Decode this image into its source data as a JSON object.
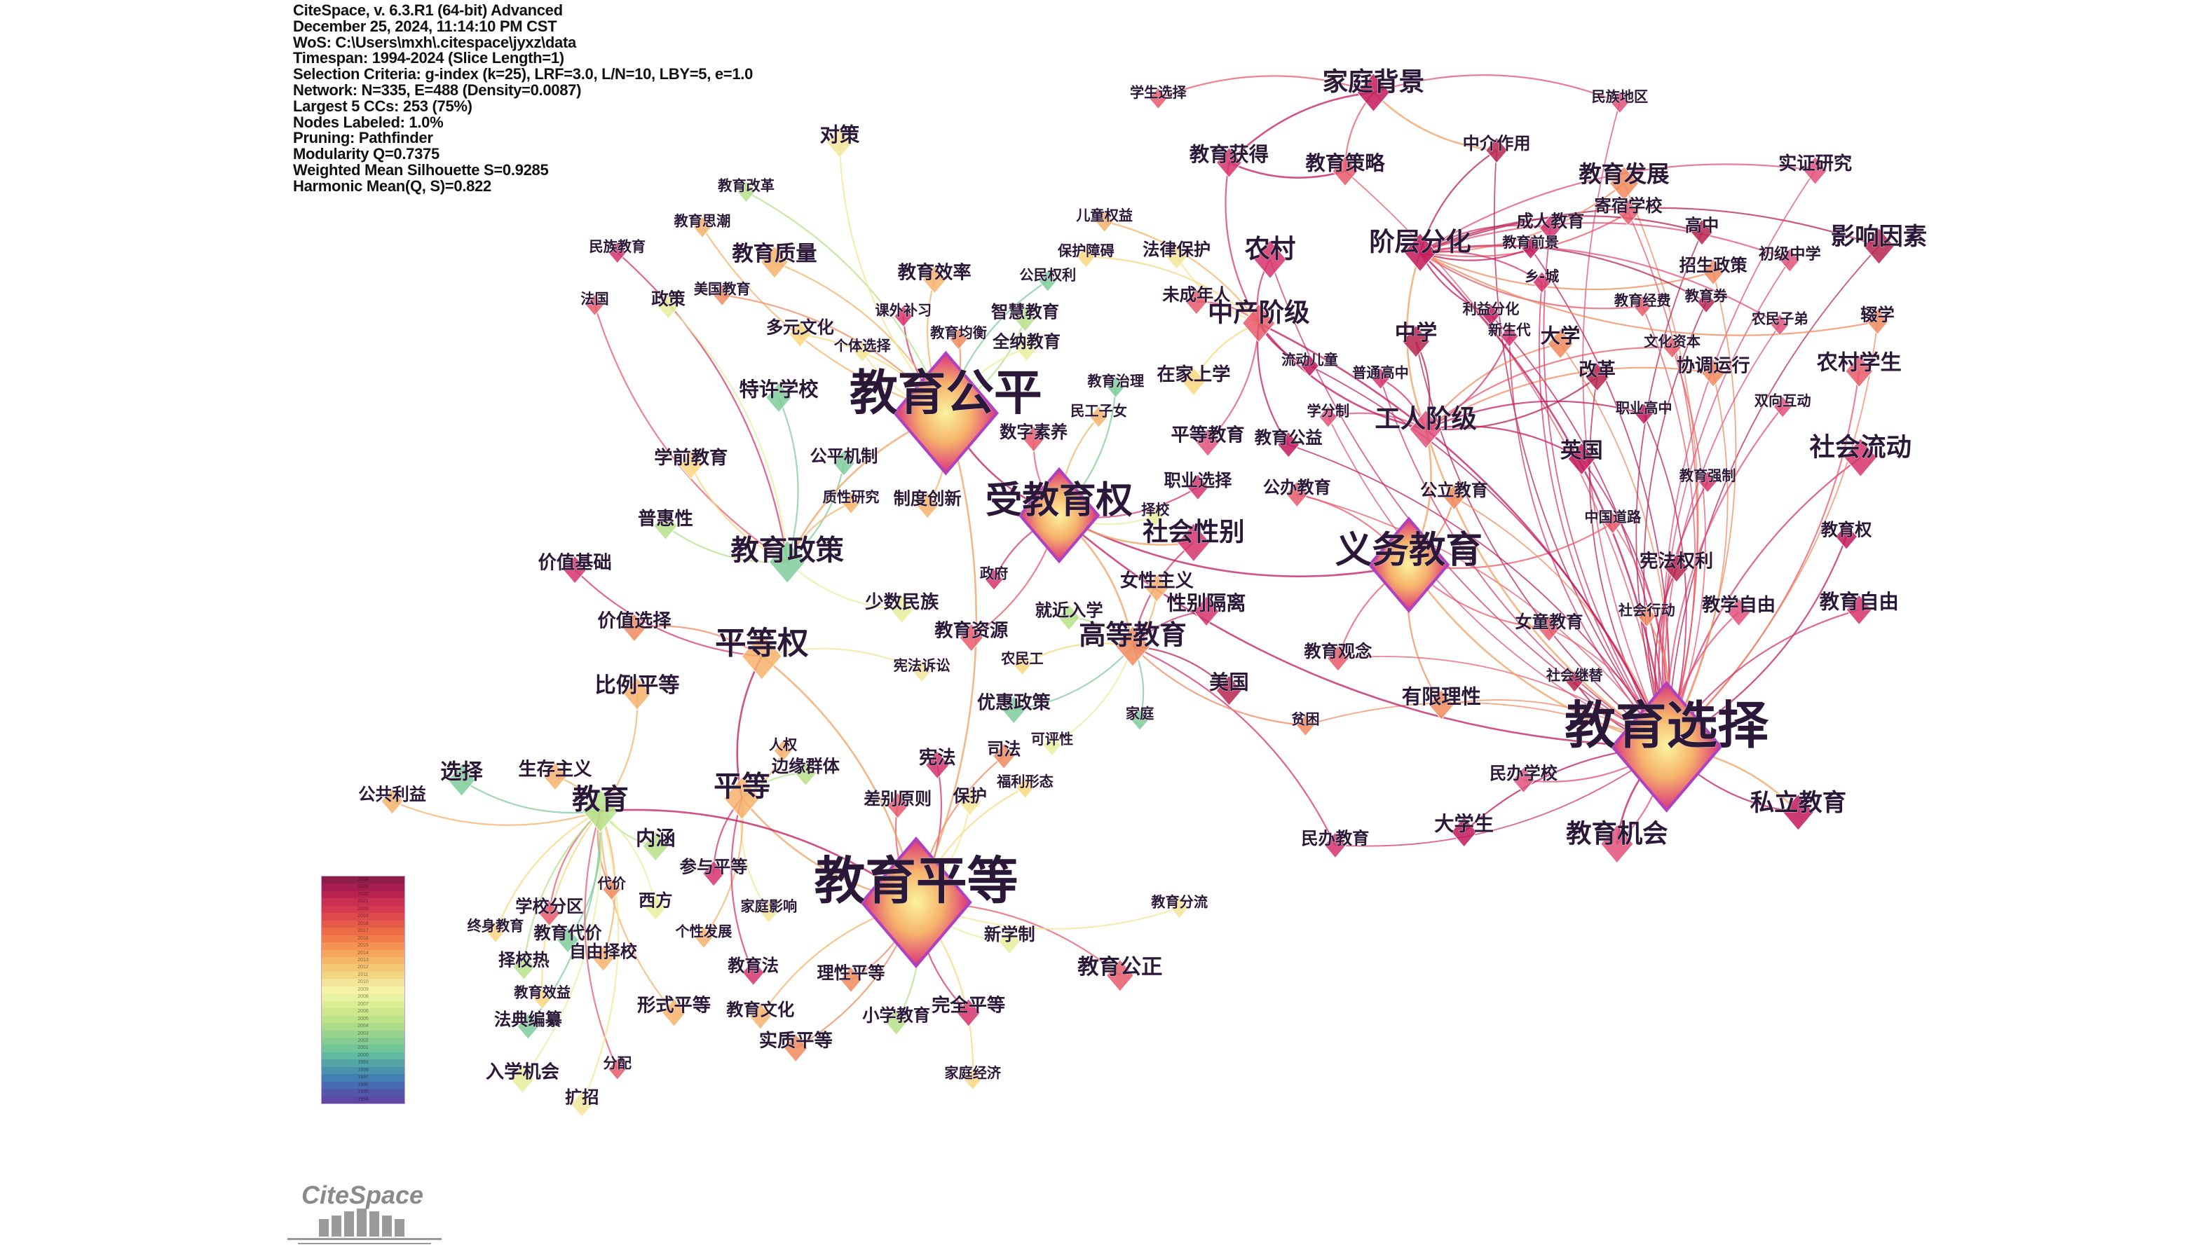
{
  "info_lines": [
    "CiteSpace, v. 6.3.R1 (64-bit) Advanced",
    "December 25, 2024, 11:14:10 PM CST",
    "WoS: C:\\Users\\mxh\\.citespace\\jyxz\\data",
    "Timespan: 1994-2024 (Slice Length=1)",
    "Selection Criteria: g-index (k=25), LRF=3.0, L/N=10, LBY=5, e=1.0",
    "Network: N=335, E=488 (Density=0.0087)",
    "Largest 5 CCs: 253 (75%)",
    "Nodes Labeled: 1.0%",
    "Pruning: Pathfinder",
    "Modularity Q=0.7375",
    "Weighted Mean Silhouette S=0.9285",
    "Harmonic Mean(Q, S)=0.822"
  ],
  "nodes": [
    "教育选择",
    "教育平等",
    "教育公平",
    "受教育权",
    "义务教育",
    "教育政策",
    "平等权",
    "平等",
    "教育",
    "社会性别",
    "高等教育",
    "教育机会",
    "私立教育",
    "社会流动",
    "农村学生",
    "影响因素",
    "教育发展",
    "实证研究",
    "家庭背景",
    "教育获得",
    "教育策略",
    "中介作用",
    "学生选择",
    "民族地区",
    "阶层分化",
    "农村",
    "中产阶级",
    "中学",
    "大学",
    "工人阶级",
    "英国",
    "成人教育",
    "寄宿学校",
    "高中",
    "招生政策",
    "初级中学",
    "教育前景",
    "乡-城",
    "教育经费",
    "教育券",
    "辍学",
    "农民子弟",
    "利益分化",
    "新生代",
    "文化资本",
    "改革",
    "协调运行",
    "双向互动",
    "职业高中",
    "教育强制",
    "中国道路",
    "宪法权利",
    "社会行动",
    "教学自由",
    "教育权",
    "教育自由",
    "女童教育",
    "社会继替",
    "有限理性",
    "民办学校",
    "大学生",
    "民办教育",
    "教育观念",
    "美国",
    "贫困",
    "家庭",
    "女性主义",
    "性别隔离",
    "就近入学",
    "政府",
    "公立教育",
    "学分制",
    "流动儿童",
    "普通高中",
    "在家上学",
    "教育治理",
    "民工子女",
    "平等教育",
    "教育公益",
    "职业选择",
    "公办教育",
    "择校",
    "未成年人",
    "法律保护",
    "保护障碍",
    "公民权利",
    "儿童权益",
    "教育效率",
    "智慧教育",
    "课外补习",
    "教育均衡",
    "全纳教育",
    "数字素养",
    "个体选择",
    "多元文化",
    "特许学校",
    "教育质量",
    "教育思潮",
    "教育改革",
    "民族教育",
    "美国教育",
    "政策",
    "法国",
    "对策",
    "学前教育",
    "公平机制",
    "质性研究",
    "制度创新",
    "普惠性",
    "价值基础",
    "价值选择",
    "少数民族",
    "教育资源",
    "宪法诉讼",
    "农民工",
    "优惠政策",
    "比例平等",
    "人权",
    "边缘群体",
    "宪法",
    "司法",
    "可评性",
    "差别原则",
    "保护",
    "福利形态",
    "选择",
    "生存主义",
    "公共利益",
    "内涵",
    "参与平等",
    "代价",
    "西方",
    "学校分区",
    "家庭影响",
    "终身教育",
    "教育代价",
    "个性发展",
    "自由择校",
    "择校热",
    "教育法",
    "理性平等",
    "新学制",
    "教育公正",
    "教育分流",
    "教育效益",
    "法典编纂",
    "形式平等",
    "教育文化",
    "小学教育",
    "完全平等",
    "实质平等",
    "入学机会",
    "分配",
    "扩招",
    "家庭经济"
  ],
  "legend_years": [
    "2024",
    "2023",
    "2022",
    "2021",
    "2020",
    "2019",
    "2018",
    "2017",
    "2016",
    "2015",
    "2014",
    "2013",
    "2012",
    "2011",
    "2010",
    "2009",
    "2008",
    "2007",
    "2006",
    "2005",
    "2004",
    "2003",
    "2002",
    "2001",
    "2000",
    "1999",
    "1998",
    "1997",
    "1996",
    "1995",
    "1994"
  ],
  "legend_colors": [
    "#8e1d4a",
    "#a51e4f",
    "#b8234f",
    "#c92f52",
    "#d53a50",
    "#df4a4d",
    "#e65a4a",
    "#ed6b47",
    "#f27e4c",
    "#f59353",
    "#f6a65c",
    "#f4b866",
    "#f3c874",
    "#f2d682",
    "#f3e598",
    "#f5f3a6",
    "#e9f2a0",
    "#dcee94",
    "#cde88c",
    "#bde388",
    "#abdc89",
    "#98d48c",
    "#85cc92",
    "#72c499",
    "#60b9a0",
    "#53a6a5",
    "#4a93ac",
    "#437fb2",
    "#4a6bb3",
    "#5458ad",
    "#5e4aa6"
  ],
  "logo_text": "CiteSpace"
}
